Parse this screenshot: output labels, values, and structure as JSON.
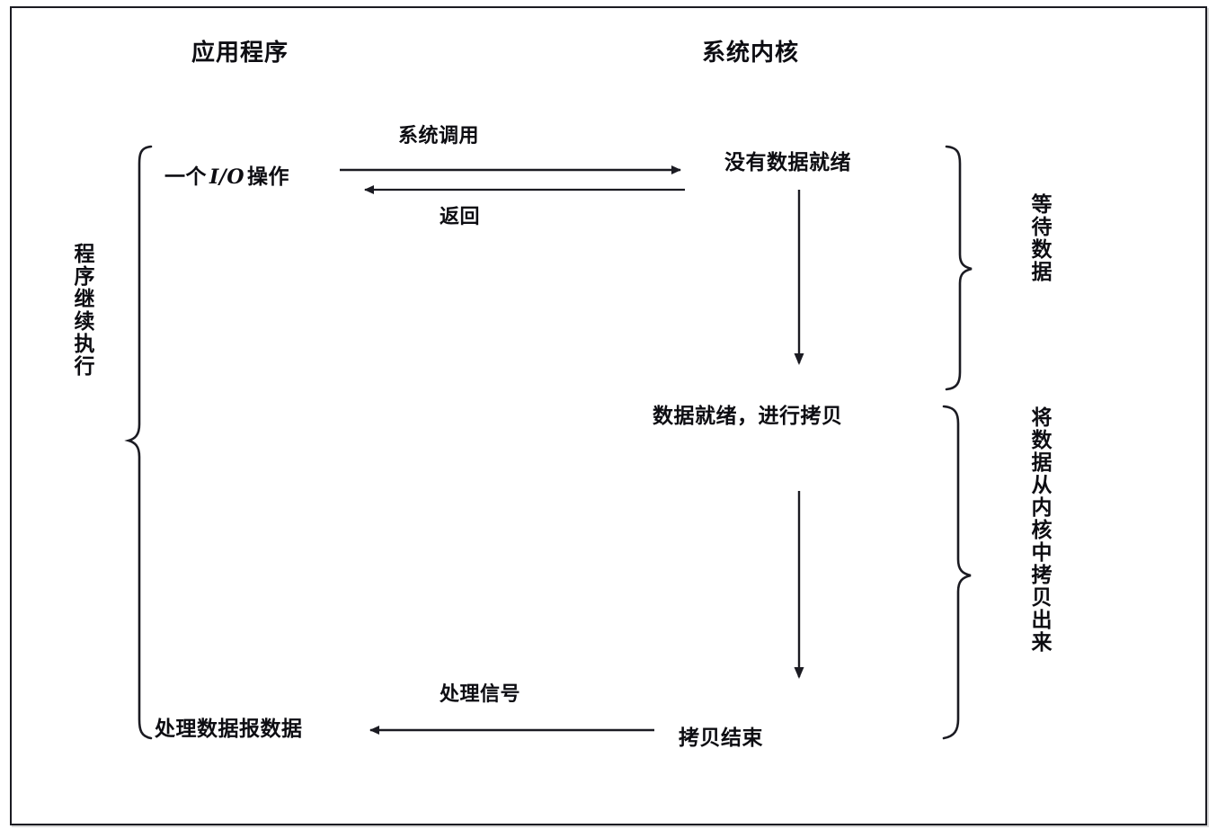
{
  "diagram": {
    "title_left": "应用程序",
    "title_right": "系统内核",
    "columns": [
      {
        "id": "application",
        "label": "应用程序"
      },
      {
        "id": "kernel",
        "label": "系统内核"
      }
    ],
    "app_nodes": [
      {
        "id": "io-operation",
        "label_prefix": "一个",
        "label_mono": "I/O",
        "label_suffix": "操作"
      },
      {
        "id": "process-datagram",
        "label": "处理数据报数据"
      }
    ],
    "kernel_nodes": [
      {
        "id": "no-data-ready",
        "label": "没有数据就绪"
      },
      {
        "id": "data-ready-copying",
        "label": "数据就绪，进行拷贝"
      },
      {
        "id": "copy-finished",
        "label": "拷贝结束"
      }
    ],
    "edge_labels": [
      {
        "id": "system-call",
        "label": "系统调用"
      },
      {
        "id": "return",
        "label": "返回"
      },
      {
        "id": "handle-signal",
        "label": "处理信号"
      }
    ],
    "brace_labels": [
      {
        "id": "program-continues",
        "label": "程序继续执行",
        "side": "left"
      },
      {
        "id": "waiting-for-data",
        "label": "等待数据",
        "side": "right"
      },
      {
        "id": "copy-data-from-kernel",
        "label": "将数据从内核中拷贝出来",
        "side": "right"
      }
    ],
    "colors": {
      "line": "#1b1b22",
      "text": "#0d0d12",
      "background": "#ffffff",
      "frame": "#1b1b22"
    }
  }
}
